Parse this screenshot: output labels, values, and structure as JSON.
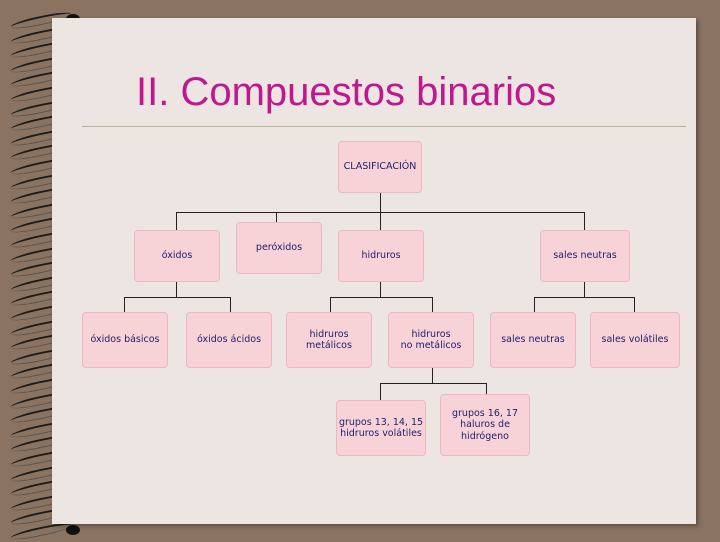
{
  "slide": {
    "title": "II. Compuestos binarios"
  },
  "diagram": {
    "root": "CLASIFICACIÓN",
    "level1": {
      "oxidos": "óxidos",
      "peroxidos": "peróxidos",
      "hidruros": "hidruros",
      "sales_neutras": "sales neutras"
    },
    "level2": {
      "oxidos_basicos": "óxidos básicos",
      "oxidos_acidos": "óxidos ácidos",
      "hidruros_metalicos": "hidruros\nmetálicos",
      "hidruros_no_metalicos": "hidruros\nno metálicos",
      "sales_neutras": "sales neutras",
      "sales_volatiles": "sales volátiles"
    },
    "level3": {
      "grupos_13_14_15": "grupos 13, 14, 15\nhidruros volátiles",
      "grupos_16_17": "grupos 16, 17\nhaluros de\nhidrógeno"
    }
  }
}
